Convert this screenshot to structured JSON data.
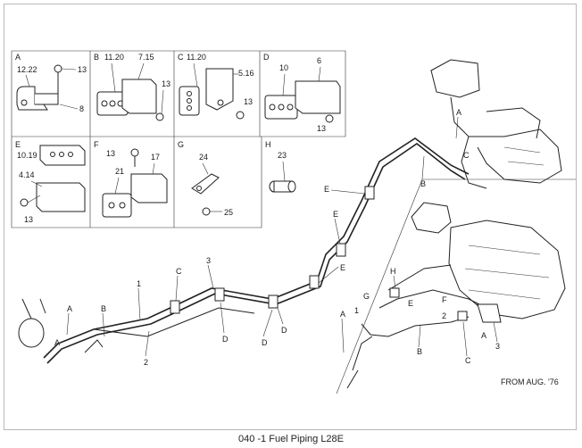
{
  "caption": "040 -1  Fuel Piping L28E",
  "note": "FROM AUG. '76",
  "detail_boxes": {
    "A": {
      "letter": "A",
      "labels": [
        "12.22",
        "13",
        "8"
      ]
    },
    "B": {
      "letter": "B",
      "labels": [
        "11.20",
        "7.15",
        "13"
      ]
    },
    "C": {
      "letter": "C",
      "labels": [
        "11.20",
        "5.16",
        "13"
      ]
    },
    "D": {
      "letter": "D",
      "labels": [
        "10",
        "6",
        "13"
      ]
    },
    "E": {
      "letter": "E",
      "labels": [
        "10.19",
        "4.14",
        "13"
      ]
    },
    "F": {
      "letter": "F",
      "labels": [
        "13",
        "21",
        "17"
      ]
    },
    "G": {
      "letter": "G",
      "labels": [
        "24",
        "25"
      ]
    },
    "H": {
      "letter": "H",
      "labels": [
        "23"
      ]
    }
  },
  "main_callouts": [
    "A",
    "A",
    "B",
    "1",
    "C",
    "3",
    "2",
    "D",
    "D",
    "D",
    "E",
    "E",
    "E",
    "A",
    "B",
    "C"
  ],
  "inset_callouts": [
    "H",
    "G",
    "A",
    "1",
    "E",
    "B",
    "F",
    "2",
    "A",
    "3",
    "C"
  ]
}
